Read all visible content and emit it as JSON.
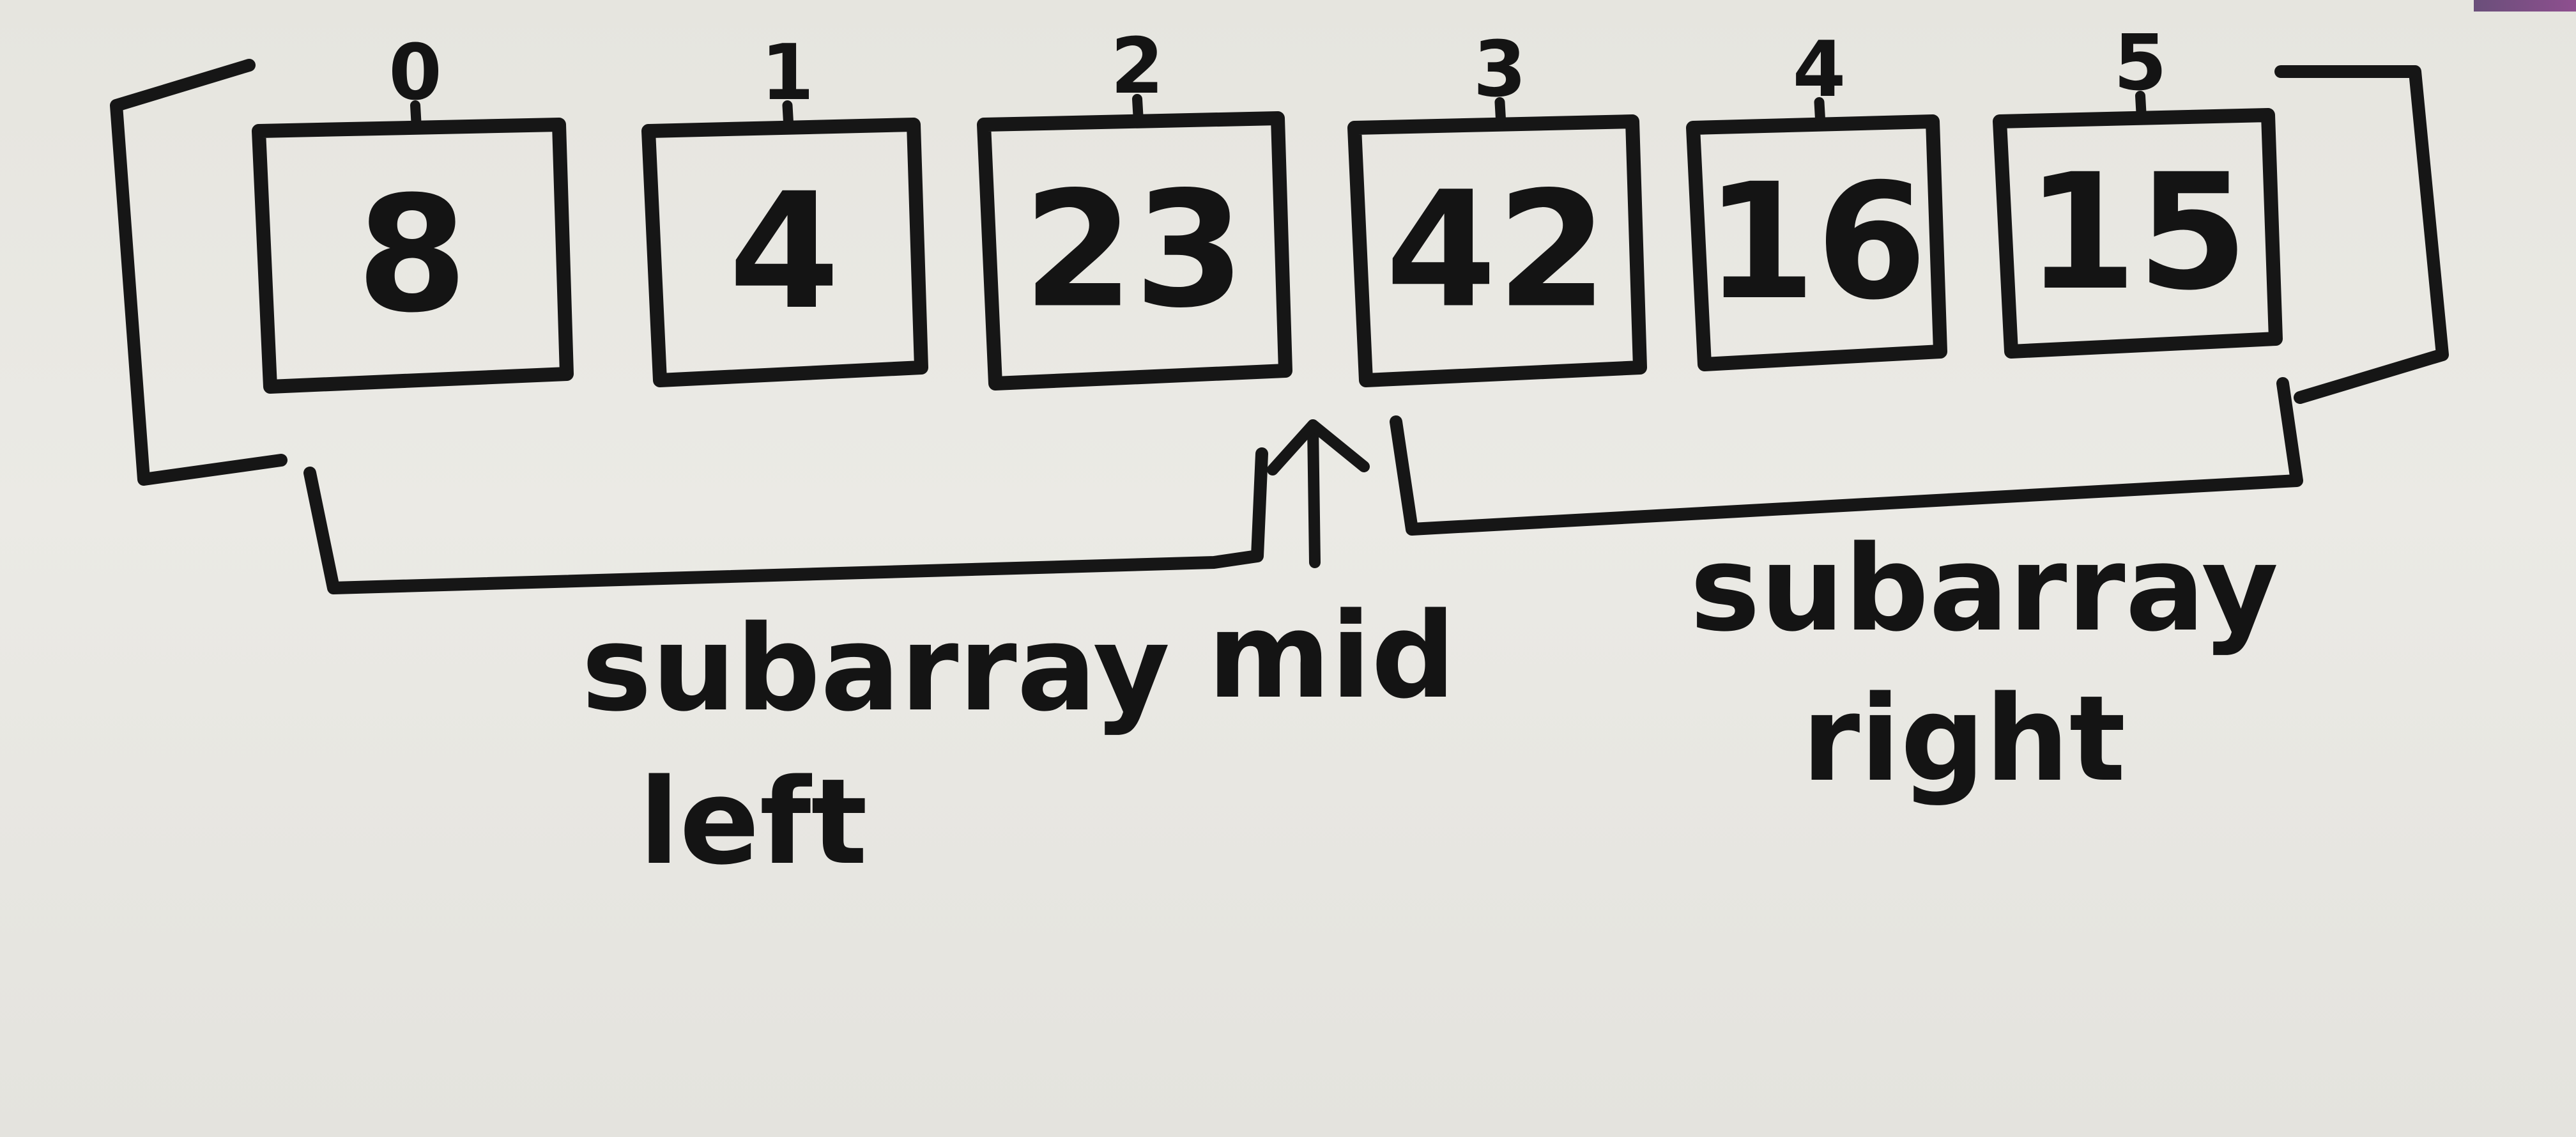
{
  "diagram": {
    "array": [
      {
        "index": "0",
        "value": "8"
      },
      {
        "index": "1",
        "value": "4"
      },
      {
        "index": "2",
        "value": "23"
      },
      {
        "index": "3",
        "value": "42"
      },
      {
        "index": "4",
        "value": "16"
      },
      {
        "index": "5",
        "value": "15"
      }
    ],
    "labels": {
      "left_line1": "subarray",
      "left_line2": "left",
      "mid": "mid",
      "right_line1": "subarray",
      "right_line2": "right"
    }
  },
  "colors": {
    "ink": "#161616",
    "board": "#e9e8e3"
  }
}
